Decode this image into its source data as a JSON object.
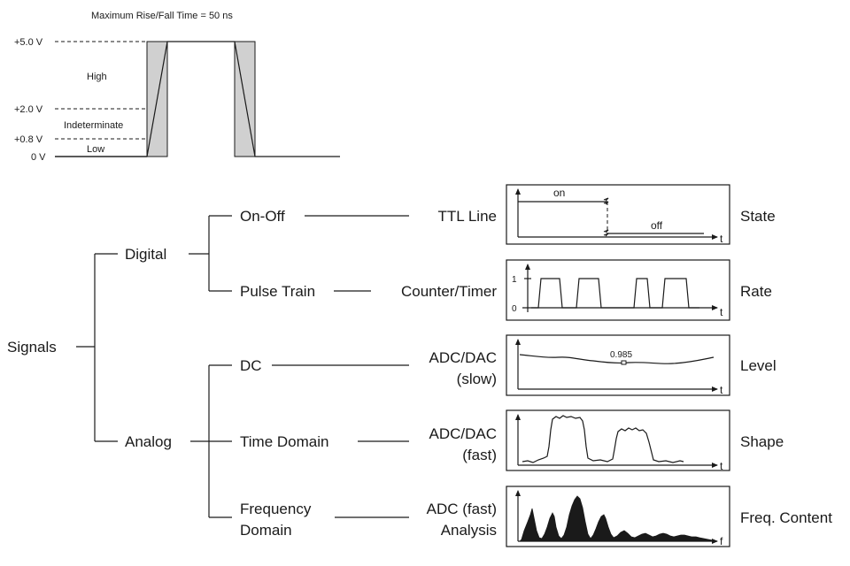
{
  "ttl": {
    "title": "Maximum Rise/Fall Time = 50 ns",
    "levels": {
      "v5": "+5.0 V",
      "v2": "+2.0 V",
      "v08": "+0.8 V",
      "v0": "0 V"
    },
    "regions": {
      "high": "High",
      "indeterminate": "Indeterminate",
      "low": "Low"
    }
  },
  "tree": {
    "root": "Signals",
    "digital": "Digital",
    "analog": "Analog",
    "rows": [
      {
        "id": "on-off",
        "signal": "On-Off",
        "device": "TTL Line",
        "device2": "",
        "property": "State"
      },
      {
        "id": "pulse-train",
        "signal": "Pulse Train",
        "device": "Counter/Timer",
        "device2": "",
        "property": "Rate"
      },
      {
        "id": "dc",
        "signal": "DC",
        "device": "ADC/DAC",
        "device2": "(slow)",
        "property": "Level"
      },
      {
        "id": "time-domain",
        "signal": "Time Domain",
        "device": "ADC/DAC",
        "device2": "(fast)",
        "property": "Shape"
      },
      {
        "id": "frequency-domain",
        "signal": "Frequency",
        "signal2": "Domain",
        "device": "ADC (fast)",
        "device2": "Analysis",
        "property": "Freq. Content"
      }
    ]
  },
  "plots": {
    "state": {
      "on": "on",
      "off": "off",
      "axis": "t"
    },
    "rate": {
      "y1": "1",
      "y0": "0",
      "axis": "t"
    },
    "level": {
      "value": "0.985",
      "axis": "t"
    },
    "shape": {
      "axis": "t"
    },
    "freq": {
      "axis": "f"
    }
  }
}
